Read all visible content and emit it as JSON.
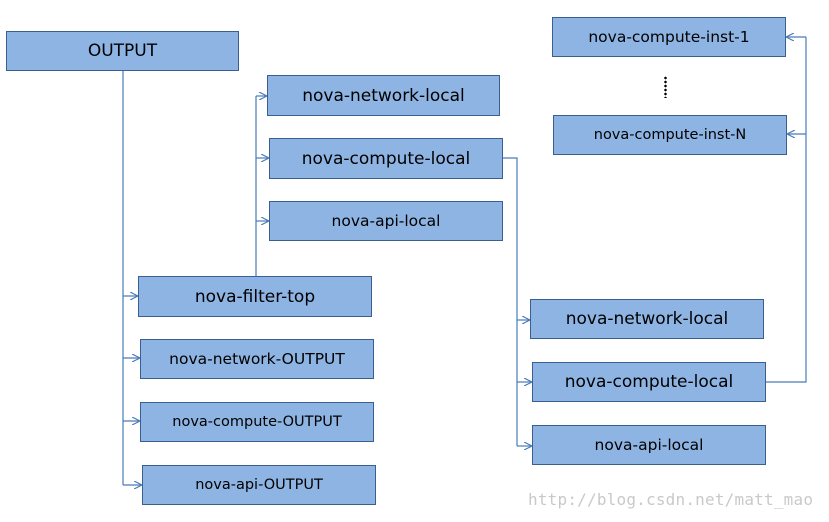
{
  "colors": {
    "box_fill": "#8eb4e3",
    "box_border": "#3b5f8e",
    "connector": "#4a7ab8",
    "watermark": "#c9c9c9"
  },
  "nodes": {
    "output": "OUTPUT",
    "nova_network_local_top": "nova-network-local",
    "nova_compute_local_top": "nova-compute-local",
    "nova_api_local_top": "nova-api-local",
    "nova_filter_top": "nova-filter-top",
    "nova_network_output": "nova-network-OUTPUT",
    "nova_compute_output": "nova-compute-OUTPUT",
    "nova_api_output": "nova-api-OUTPUT",
    "nova_network_local_bottom": "nova-network-local",
    "nova_compute_local_bottom": "nova-compute-local",
    "nova_api_local_bottom": "nova-api-local",
    "nova_compute_inst_1": "nova-compute-inst-1",
    "nova_compute_inst_n": "nova-compute-inst-N"
  },
  "watermark": "http://blog.csdn.net/matt_mao"
}
